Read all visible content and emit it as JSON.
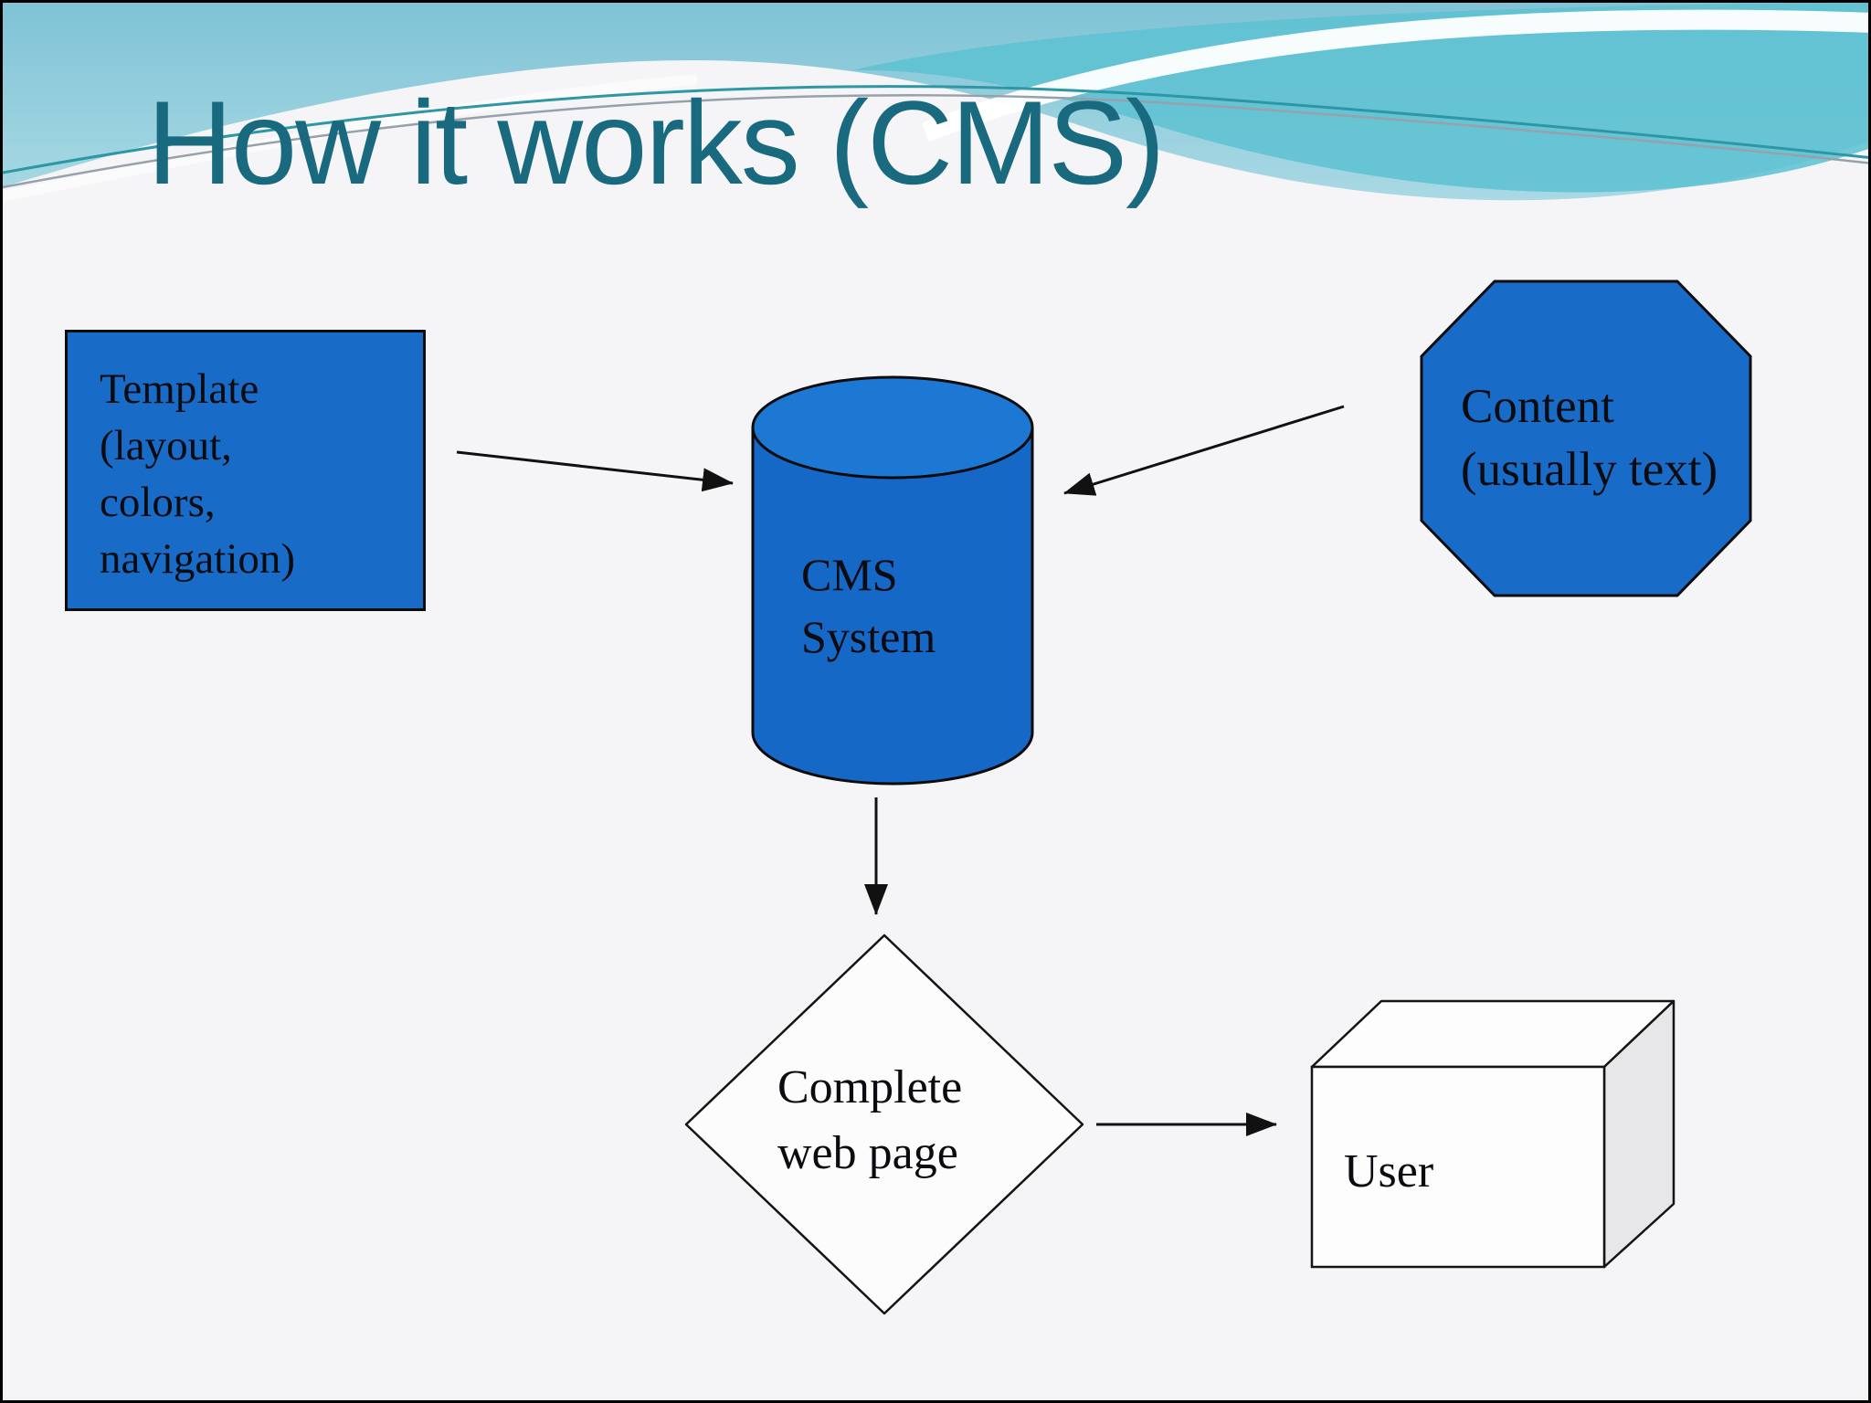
{
  "slide": {
    "title": "How it works (CMS)"
  },
  "diagram": {
    "nodes": [
      {
        "id": "template",
        "shape": "rectangle",
        "label": "Template\n(layout,\ncolors,\nnavigation)"
      },
      {
        "id": "cms",
        "shape": "cylinder",
        "label": "CMS\nSystem"
      },
      {
        "id": "content",
        "shape": "octagon",
        "label": "Content\n(usually text)"
      },
      {
        "id": "webpage",
        "shape": "diamond",
        "label": "Complete\nweb page"
      },
      {
        "id": "user",
        "shape": "cube",
        "label": "User"
      }
    ],
    "edges": [
      {
        "from": "template",
        "to": "cms"
      },
      {
        "from": "content",
        "to": "cms"
      },
      {
        "from": "cms",
        "to": "webpage"
      },
      {
        "from": "webpage",
        "to": "user"
      }
    ]
  },
  "colors": {
    "background": "#f5f4f6",
    "title_text": "#19697f",
    "shape_fill": "#186cc7",
    "cylinder_top_fill": "#1d78d4",
    "shape_outline": "#0c0c0c",
    "white_shape_fill": "#fdfdfe",
    "cube_side_fill": "#e7e6e9",
    "arrow": "#111111",
    "wave_light_blue": "#84c5d8",
    "wave_teal": "#5fc2d1",
    "accent_line_teal": "#2d97a6",
    "accent_line_gray": "#97a1ab"
  }
}
